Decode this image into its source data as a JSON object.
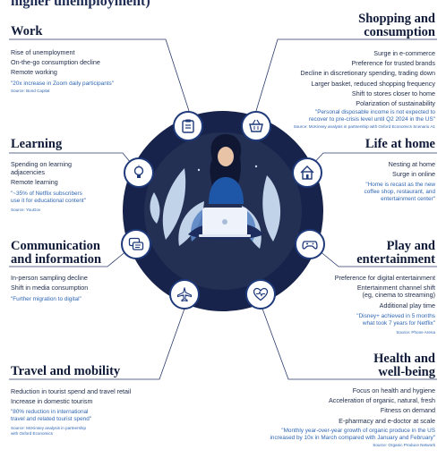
{
  "header": {
    "title": "higher unemployment)"
  },
  "sections": {
    "work": {
      "title": "Work",
      "items": [
        "Rise of unemployment",
        "On-the-go consumption decline",
        "Remote working"
      ],
      "quote": "\"20x increase in Zoom daily participants\"",
      "source": "Source: Bond Capital"
    },
    "learning": {
      "title": "Learning",
      "items": [
        "Spending on learning",
        "adjacencies",
        "Remote learning"
      ],
      "quote_lines": [
        "\"~35% of Netflix subscribers",
        "use it for educational content\""
      ],
      "source": "Source: YouGov"
    },
    "communication": {
      "title_lines": [
        "Communication",
        "and information"
      ],
      "items": [
        "In-person sampling decline",
        "Shift in media consumption"
      ],
      "quote": "\"Further migration to digital\""
    },
    "travel": {
      "title": "Travel and mobility",
      "items": [
        "Reduction in tourist spend and travel retail",
        "Increase in domestic tourism"
      ],
      "quote_lines": [
        "\"80% reduction in international",
        "travel and related tourist spend\""
      ],
      "source_lines": [
        "Source: McKinsey analysis in partnership",
        "with Oxford Economics"
      ]
    },
    "shopping": {
      "title_lines": [
        "Shopping and",
        "consumption"
      ],
      "items": [
        "Surge in e-commerce",
        "Preference for trusted brands",
        "Decline in discretionary spending, trading down",
        "Larger basket, reduced shopping frequency",
        "Shift to stores closer to home",
        "Polarization of sustainability"
      ],
      "quote_lines": [
        "\"Personal disposable income is not expected to",
        "recover to pre-crisis level until Q2 2024 in the US\""
      ],
      "source": "Source: McKinsey analysis in partnership with Oxford Economics Scenario A1"
    },
    "life": {
      "title": "Life at home",
      "items": [
        "Nesting at home",
        "Surge in online"
      ],
      "quote_lines": [
        "\"Home is recast as the new",
        "coffee shop, restaurant, and",
        "entertainment center\""
      ]
    },
    "play": {
      "title_lines": [
        "Play and",
        "entertainment"
      ],
      "items": [
        "Preference for digital entertainment",
        "Entertainment channel shift",
        "(eg, cinema to streaming)",
        "Additional play time"
      ],
      "quote_lines": [
        "\"Disney+ achieved in 5 months",
        "what took 7 years for Netflix\""
      ],
      "source": "Source: Phone Arena"
    },
    "health": {
      "title_lines": [
        "Health and",
        "well-being"
      ],
      "items": [
        "Focus on health and hygiene",
        "Acceleration of organic, natural, fresh",
        "Fitness on demand",
        "E-pharmacy and e-doctor at scale"
      ],
      "quote_lines": [
        "\"Monthly year-over-year growth of organic produce in the US",
        "increased by 10x in March compared with January and February\""
      ],
      "source": "Source: Organic Produce Network"
    }
  },
  "icons": [
    "clipboard-icon",
    "shopping-basket-icon",
    "lightbulb-icon",
    "house-icon",
    "chat-icon",
    "gamepad-icon",
    "airplane-icon",
    "heart-pulse-icon"
  ],
  "colors": {
    "navy": "#17234a",
    "ring": "#1f3a7a",
    "accent": "#2f66b3",
    "leaf": "#c9dcf1"
  }
}
